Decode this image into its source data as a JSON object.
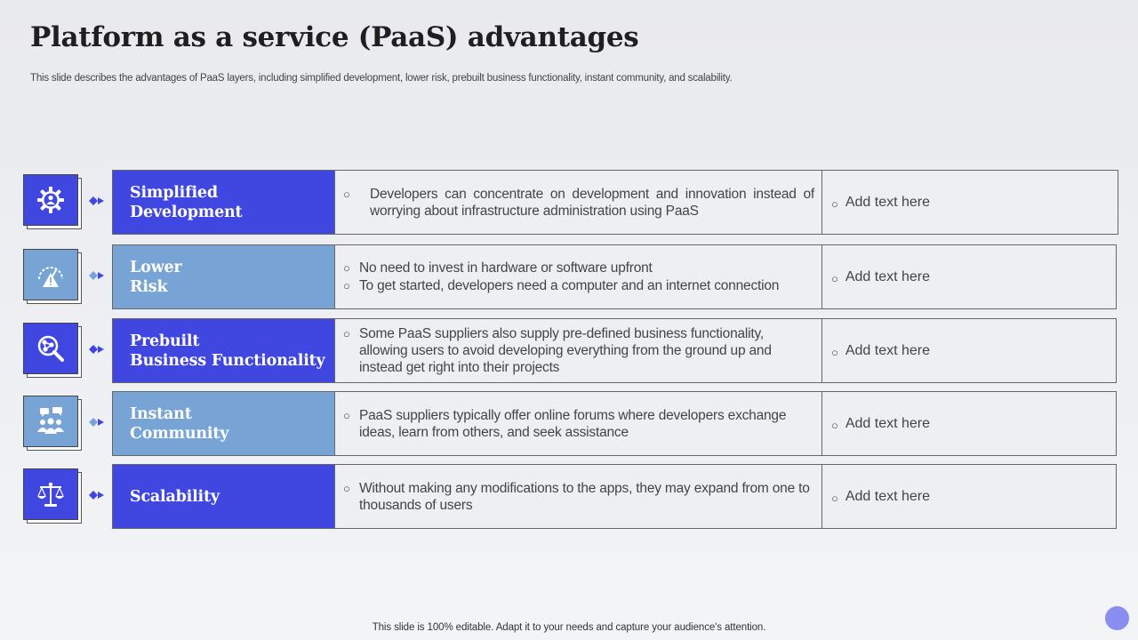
{
  "title": "Platform as a service (PaaS) advantages",
  "subtitle": "This slide describes the advantages of PaaS layers, including simplified development, lower risk, prebuilt business functionality, instant community, and scalability.",
  "footer": "This slide is 100% editable. Adapt it to your needs and capture your audience's attention.",
  "colors": {
    "dark_blue": "#4046e0",
    "light_blue": "#77a4d4"
  },
  "rows": [
    {
      "label": "Simplified\nDevelopment",
      "icon": "gear-person-icon",
      "theme": "dark",
      "bullets": [
        "Developers can concentrate on development and innovation instead of worrying about infrastructure administration using PaaS"
      ],
      "extra": "Add text here"
    },
    {
      "label": "Lower\nRisk",
      "icon": "risk-gauge-icon",
      "theme": "light",
      "bullets": [
        "No need to invest in hardware or software upfront",
        "To get started, developers need a computer and an internet connection"
      ],
      "extra": "Add text here"
    },
    {
      "label": "Prebuilt\nBusiness Functionality",
      "icon": "network-search-icon",
      "theme": "dark",
      "bullets": [
        "Some PaaS suppliers also supply pre-defined business functionality, allowing users to avoid developing everything from the ground up and instead get right into their projects"
      ],
      "extra": "Add text here"
    },
    {
      "label": "Instant\nCommunity",
      "icon": "community-icon",
      "theme": "light",
      "bullets": [
        "PaaS suppliers typically offer online forums where developers exchange ideas, learn from others, and seek assistance"
      ],
      "extra": "Add text here"
    },
    {
      "label": "Scalability",
      "icon": "scale-icon",
      "theme": "dark",
      "bullets": [
        "Without making any modifications to the apps, they may expand from one to thousands of users"
      ],
      "extra": "Add text here"
    }
  ]
}
